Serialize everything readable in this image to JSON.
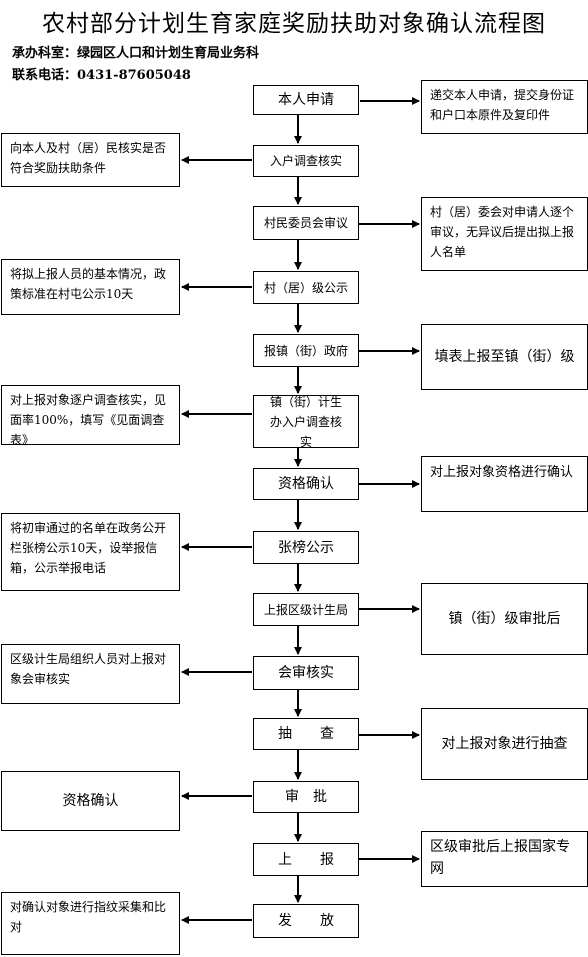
{
  "title": "农村部分计划生育家庭奖励扶助对象确认流程图",
  "department": "承办科室：绿园区人口和计划生育局业务科",
  "phone": "联系电话：0431-87605048",
  "flow": {
    "steps": [
      "本人申请",
      "入户调查核实",
      "村民委员会审议",
      "村（居）级公示",
      "报镇（街）政府",
      "镇（街）计生办入户调查核实",
      "资格确认",
      "张榜公示",
      "上报区级计生局",
      "会审核实",
      "抽　　查",
      "审　批",
      "上　　报",
      "发　　放"
    ],
    "right_notes": [
      "递交本人申请，提交身份证和户口本原件及复印件",
      "村（居）委会对申请人逐个审议，无异议后提出拟上报人名单",
      "填表上报至镇（街）级",
      "对上报对象资格进行确认",
      "镇（街）级审批后",
      "对上报对象进行抽查",
      "区级审批后上报国家专网"
    ],
    "left_notes": [
      "向本人及村（居）民核实是否符合奖励扶助条件",
      "将拟上报人员的基本情况，政策标准在村屯公示10天",
      "对上报对象逐户调查核实，见面率100%，填写《见面调查表》",
      "将初审通过的名单在政务公开栏张榜公示10天，设举报信箱，公示举报电话",
      "区级计生局组织人员对上报对象会审核实",
      "资格确认",
      "对确认对象进行指纹采集和比对"
    ]
  }
}
